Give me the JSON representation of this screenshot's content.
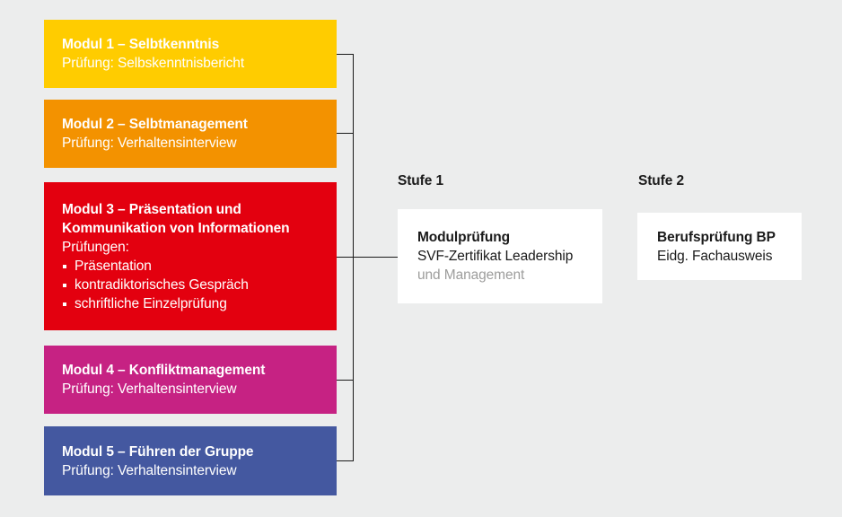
{
  "background_color": "#ECEDED",
  "line_color": "#1A1A1A",
  "modules": [
    {
      "id": "module-1",
      "title": "Modul 1 – Selbtkenntnis",
      "subtitle": "Prüfung: Selbskenntnisbericht",
      "color": "#FFCC00"
    },
    {
      "id": "module-2",
      "title": "Modul 2 – Selbtmanagement",
      "subtitle": "Prüfung: Verhaltensinterview",
      "color": "#F39200"
    },
    {
      "id": "module-3",
      "title_line_1": "Modul 3 – Präsentation und",
      "title_line_2": "Kommunikation von Informationen",
      "subtitle": "Prüfungen:",
      "bullets": [
        "Präsentation",
        "kontradiktorisches Gespräch",
        "schriftliche Einzelprüfung"
      ],
      "color": "#E3000F"
    },
    {
      "id": "module-4",
      "title": "Modul 4 – Konfliktmanagement",
      "subtitle": "Prüfung: Verhaltensinterview",
      "color": "#C62283"
    },
    {
      "id": "module-5",
      "title": "Modul 5 – Führen der Gruppe",
      "subtitle": "Prüfung: Verhaltensinterview",
      "color": "#4458A0"
    }
  ],
  "stages": [
    {
      "id": "stufe-1",
      "label": "Stufe 1",
      "title": "Modulprüfung",
      "sub_line_1": "SVF-Zertifikat Leadership",
      "sub_line_2": "und Management",
      "box_color": "#FFFFFF",
      "muted_text_color": "#9D9D9C"
    },
    {
      "id": "stufe-2",
      "label": "Stufe 2",
      "title": "Berufsprüfung BP",
      "sub_line_1": "Eidg. Fachausweis",
      "box_color": "#FFFFFF"
    }
  ]
}
